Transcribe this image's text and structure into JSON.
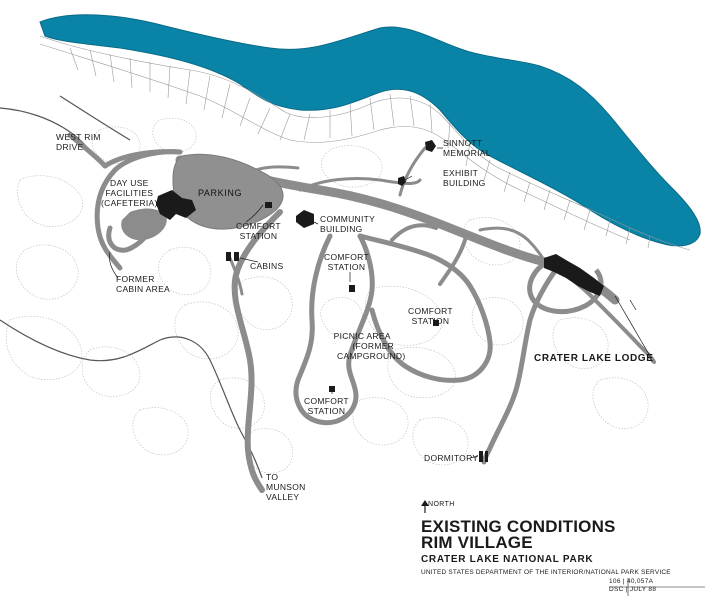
{
  "colors": {
    "lake": "#0a84a6",
    "road": "#8c8c8c",
    "building": "#1a1a1a",
    "sketch": "#b5b5b5"
  },
  "labels": {
    "west_rim_drive": [
      "WEST RIM",
      "DRIVE"
    ],
    "day_use": [
      "DAY USE",
      "FACILITIES",
      "(CAFETERIA)"
    ],
    "parking": "PARKING",
    "former_cabin": [
      "FORMER",
      "CABIN AREA"
    ],
    "cabins": "CABINS",
    "comfort_station_1": [
      "COMFORT",
      "STATION"
    ],
    "community_building": [
      "COMMUNITY",
      "BUILDING"
    ],
    "sinnott": [
      "SINNOTT",
      "MEMORIAL"
    ],
    "exhibit": [
      "EXHIBIT",
      "BUILDING"
    ],
    "comfort_station_2": [
      "COMFORT",
      "STATION"
    ],
    "comfort_station_3": [
      "COMFORT",
      "STATION"
    ],
    "picnic": [
      "PICNIC AREA",
      "(Former",
      "Campground)"
    ],
    "comfort_station_4": [
      "COMFORT",
      "STATION"
    ],
    "crater_lake_lodge": "CRATER LAKE LODGE",
    "dormitory": "DORMITORY",
    "munson": [
      "TO",
      "MUNSON",
      "VALLEY"
    ]
  },
  "title_block": {
    "north": "NORTH",
    "title_line1": "EXISTING CONDITIONS",
    "title_line2": "RIM VILLAGE",
    "park": "CRATER LAKE NATIONAL PARK",
    "agency": "UNITED STATES DEPARTMENT OF THE INTERIOR/NATIONAL PARK SERVICE",
    "drawing_number": [
      "106 | 40,057A",
      "DSC | JULY 88"
    ]
  }
}
